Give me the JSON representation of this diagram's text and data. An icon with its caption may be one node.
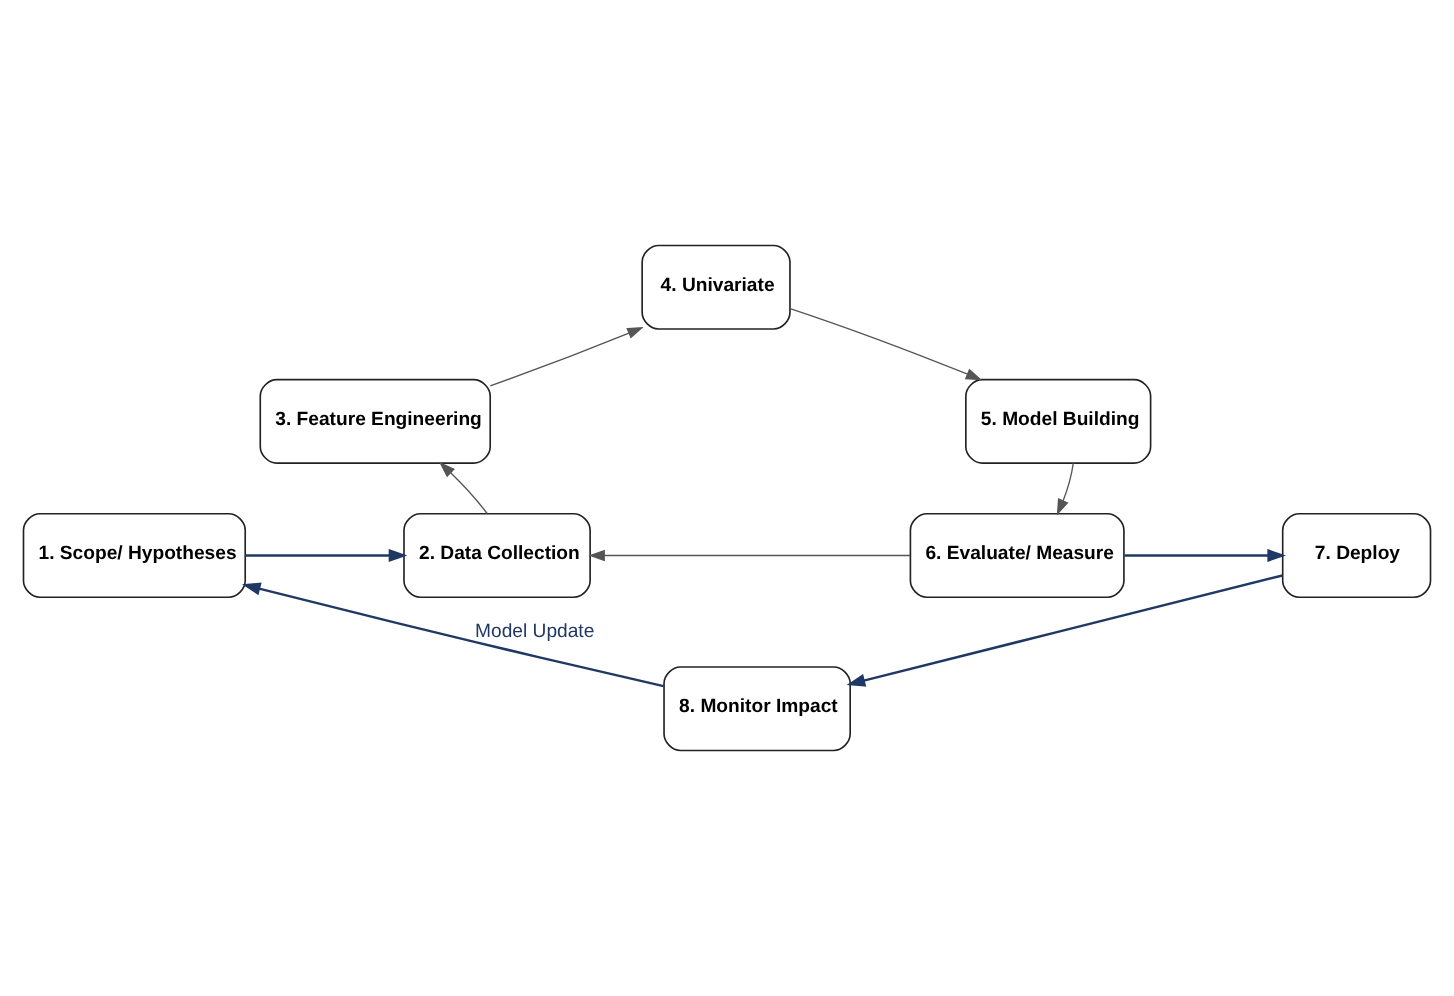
{
  "diagram": {
    "nodes": [
      {
        "text": [
          "1. Scope/ Hypotheses"
        ]
      },
      {
        "text": [
          "2. Data Collection"
        ]
      },
      {
        "text": [
          "3. Feature Engineering"
        ]
      },
      {
        "text": [
          "4. Univariate"
        ]
      },
      {
        "text": [
          "5. Model Building"
        ]
      },
      {
        "text": [
          "6. Evaluate/ Measure"
        ]
      },
      {
        "text": [
          "7. Deploy"
        ]
      },
      {
        "text": [
          "8. Monitor Impact"
        ]
      }
    ],
    "edges": [
      {
        "from": 0,
        "to": 1,
        "arrow": "to",
        "color": "#1f3864"
      },
      {
        "from": 1,
        "to": 2,
        "arrow": "to"
      },
      {
        "from": 2,
        "to": 3,
        "arrow": "to"
      },
      {
        "from": 3,
        "to": 4,
        "arrow": "to"
      },
      {
        "from": 4,
        "to": 5,
        "arrow": "to"
      },
      {
        "from": 5,
        "to": 1,
        "arrow": "to"
      },
      {
        "from": 5,
        "to": 6,
        "arrow": "to",
        "color": "#1f3864"
      },
      {
        "from": 6,
        "to": 7,
        "arrow": "to",
        "color": "#1f3864"
      },
      {
        "from": 7,
        "to": 0,
        "arrow": "to",
        "label": "Model Update",
        "color": "#1f3864"
      }
    ]
  }
}
